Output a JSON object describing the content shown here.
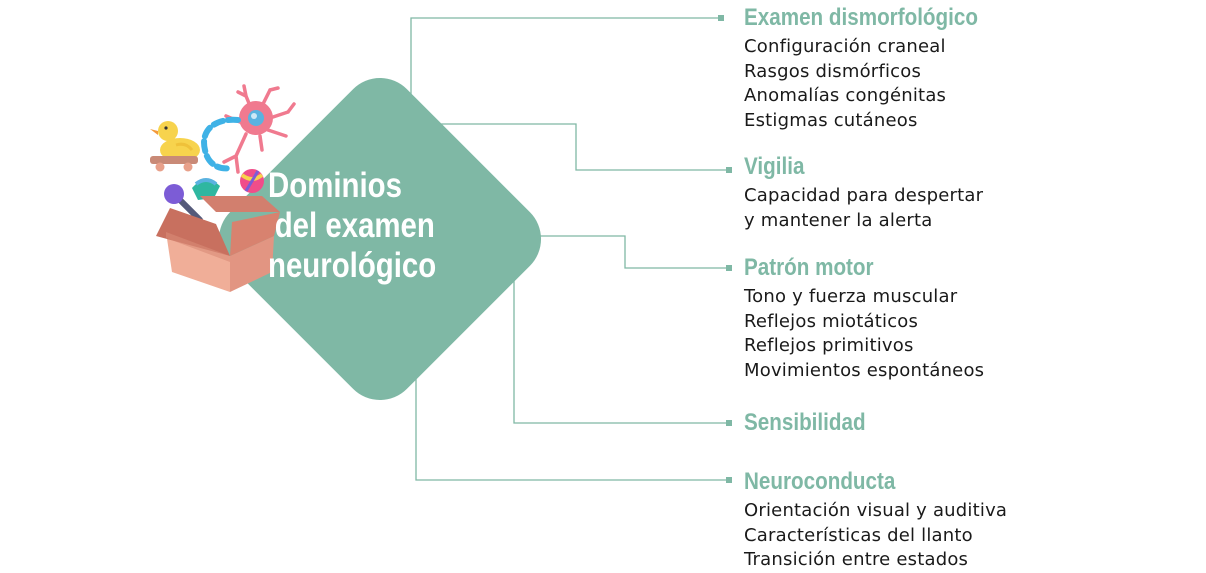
{
  "center": {
    "lines": [
      "Dominios",
      "del examen",
      "neurológico"
    ]
  },
  "branches": [
    {
      "title": "Examen dismorfológico",
      "items": [
        "Configuración craneal",
        "Rasgos dismórficos",
        "Anomalías congénitas",
        "Estigmas cutáneos"
      ]
    },
    {
      "title": "Vigilia",
      "items": [
        "Capacidad para despertar",
        "y mantener la alerta"
      ]
    },
    {
      "title": "Patrón motor",
      "items": [
        "Tono y fuerza muscular",
        "Reflejos miotáticos",
        "Reflejos primitivos",
        "Movimientos espontáneos"
      ]
    },
    {
      "title": "Sensibilidad",
      "items": []
    },
    {
      "title": "Neuroconducta",
      "items": [
        "Orientación visual y auditiva",
        "Características del llanto",
        "Transición entre estados"
      ]
    }
  ],
  "colors": {
    "accent": "#7fb8a5",
    "diamond": "#7fb8a5",
    "text": "#1a1a1a"
  },
  "icons": [
    "toy-box-icon",
    "rubber-duck-icon",
    "neuron-icon",
    "rattle-icon",
    "ball-icon",
    "toy-car-icon"
  ]
}
